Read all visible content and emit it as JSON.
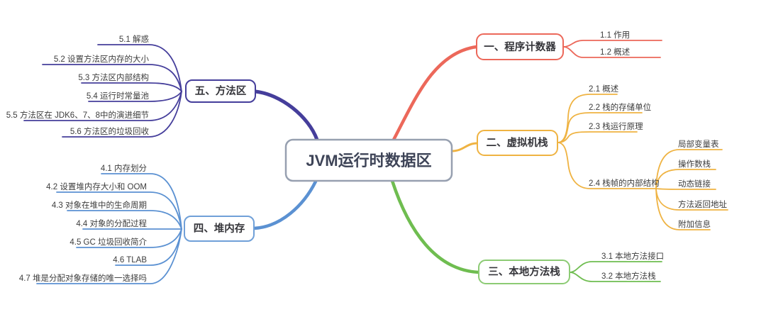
{
  "palette": {
    "bg": "#ffffff",
    "center_border": "#97a0b0",
    "center_text": "#3e4457",
    "topic_text": "#35353a",
    "child_text": "#3d3d3d"
  },
  "central": {
    "label": "JVM运行时数据区"
  },
  "branches": [
    {
      "label": "一、程序计数器",
      "color": "#ec685a",
      "box_color": "#ec685a",
      "children": [
        {
          "label": "1.1 作用"
        },
        {
          "label": "1.2 概述"
        }
      ]
    },
    {
      "label": "二、虚拟机栈",
      "color": "#efb342",
      "box_color": "#efb342",
      "children": [
        {
          "label": "2.1 概述"
        },
        {
          "label": "2.2 栈的存储单位"
        },
        {
          "label": "2.3 栈运行原理"
        },
        {
          "label": "2.4 栈帧的内部结构",
          "children": [
            {
              "label": "局部变量表"
            },
            {
              "label": "操作数栈"
            },
            {
              "label": "动态链接"
            },
            {
              "label": "方法返回地址"
            },
            {
              "label": "附加信息"
            }
          ]
        }
      ]
    },
    {
      "label": "三、本地方法栈",
      "color": "#6fbd50",
      "box_color": "#8ccb74",
      "children": [
        {
          "label": "3.1 本地方法接口"
        },
        {
          "label": "3.2 本地方法栈"
        }
      ]
    },
    {
      "label": "四、堆内存",
      "color": "#5b91d2",
      "box_color": "#70a0d8",
      "children": [
        {
          "label": "4.1 内存划分"
        },
        {
          "label": "4.2 设置堆内存大小和 OOM"
        },
        {
          "label": "4.3 对象在堆中的生命周期"
        },
        {
          "label": "4.4 对象的分配过程"
        },
        {
          "label": "4.5 GC 垃圾回收简介"
        },
        {
          "label": "4.6 TLAB"
        },
        {
          "label": "4.7 堆是分配对象存储的唯一选择吗"
        }
      ]
    },
    {
      "label": "五、方法区",
      "color": "#453e9b",
      "box_color": "#453e9b",
      "children": [
        {
          "label": "5.1 解惑"
        },
        {
          "label": "5.2 设置方法区内存的大小"
        },
        {
          "label": "5.3 方法区内部结构"
        },
        {
          "label": "5.4 运行时常量池"
        },
        {
          "label": "5.5 方法区在 JDK6、7、8中的演进细节"
        },
        {
          "label": "5.6 方法区的垃圾回收"
        }
      ]
    }
  ]
}
